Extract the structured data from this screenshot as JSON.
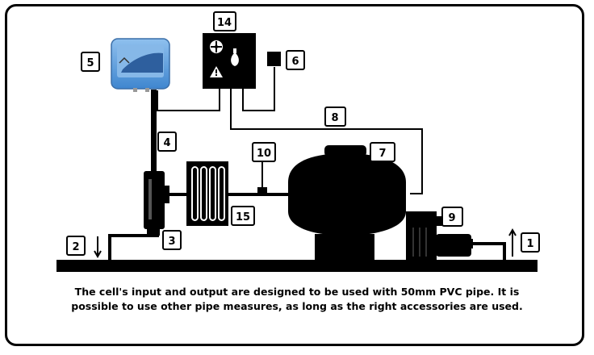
{
  "labels": {
    "l1": "1",
    "l2": "2",
    "l3": "3",
    "l4": "4",
    "l5": "5",
    "l6": "6",
    "l7": "7",
    "l8": "8",
    "l9": "9",
    "l10": "10",
    "l14": "14",
    "l15": "15"
  },
  "caption": {
    "line1": "The cell's input and output are designed to be used with 50mm PVC pipe. It is",
    "line2": "possible to use other pipe measures, as long as the right accessories are used."
  },
  "colors": {
    "ink": "#000000",
    "controller_blue": "#5a9ad8",
    "background": "#ffffff"
  },
  "icons": {
    "control_box": [
      "fan-icon",
      "warning-icon",
      "flame-icon"
    ]
  }
}
